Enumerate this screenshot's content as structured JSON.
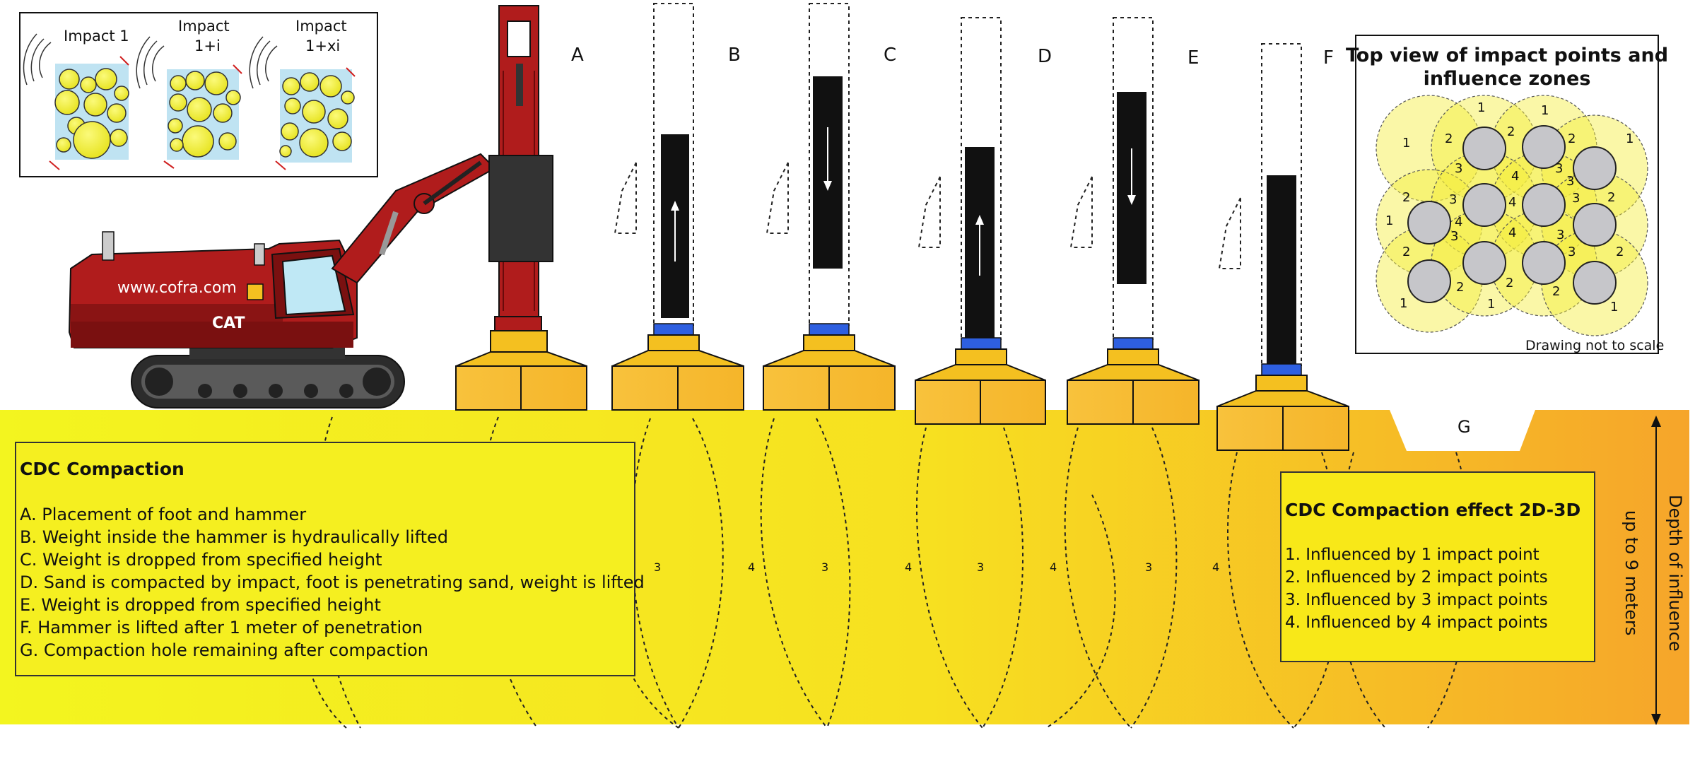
{
  "inset_impacts": {
    "labels": [
      "Impact 1",
      "Impact",
      "1+i",
      "Impact",
      "1+xi"
    ]
  },
  "machine": {
    "website": "www.cofra.com",
    "brand": "CAT",
    "colors": {
      "body": "#b01c1c",
      "track": "#333333",
      "foot": "#f7c43a",
      "ground_light": "#f2f21c",
      "ground_dark": "#f5a623",
      "weight": "#111111",
      "marker": "#2e5fe0"
    }
  },
  "stages": [
    "A",
    "B",
    "C",
    "D",
    "E",
    "F"
  ],
  "hole_label": "G",
  "influence_numbers": [
    "3",
    "4",
    "3",
    "4",
    "3",
    "4",
    "3",
    "4"
  ],
  "top_view": {
    "title_line1": "Top view of impact points and",
    "title_line2": "influence zones",
    "note": "Drawing not to scale",
    "zone_numbers": [
      "1",
      "1",
      "1",
      "2",
      "2",
      "2",
      "1",
      "3",
      "4",
      "3",
      "3",
      "3",
      "4",
      "3",
      "2",
      "2",
      "1",
      "3",
      "4",
      "3",
      "4",
      "3",
      "2",
      "2",
      "1",
      "2",
      "2",
      "2",
      "1",
      "1"
    ]
  },
  "cdc_compaction": {
    "title": "CDC Compaction",
    "items": [
      "A. Placement of foot and hammer",
      "B. Weight inside the hammer is hydraulically lifted",
      "C. Weight is dropped from specified height",
      "D. Sand is compacted by impact, foot is penetrating sand, weight is lifted",
      "E. Weight is dropped from specified height",
      "F. Hammer is lifted after 1 meter of penetration",
      "G. Compaction hole remaining after compaction"
    ]
  },
  "cdc_effect": {
    "title": "CDC Compaction effect 2D-3D",
    "items": [
      "1. Influenced by 1 impact point",
      "2. Influenced by 2 impact points",
      "3. Influenced by 3 impact points",
      "4. Influenced by 4 impact points"
    ]
  },
  "depth": {
    "label1": "Depth of influence",
    "label2": "up to 9 meters"
  }
}
